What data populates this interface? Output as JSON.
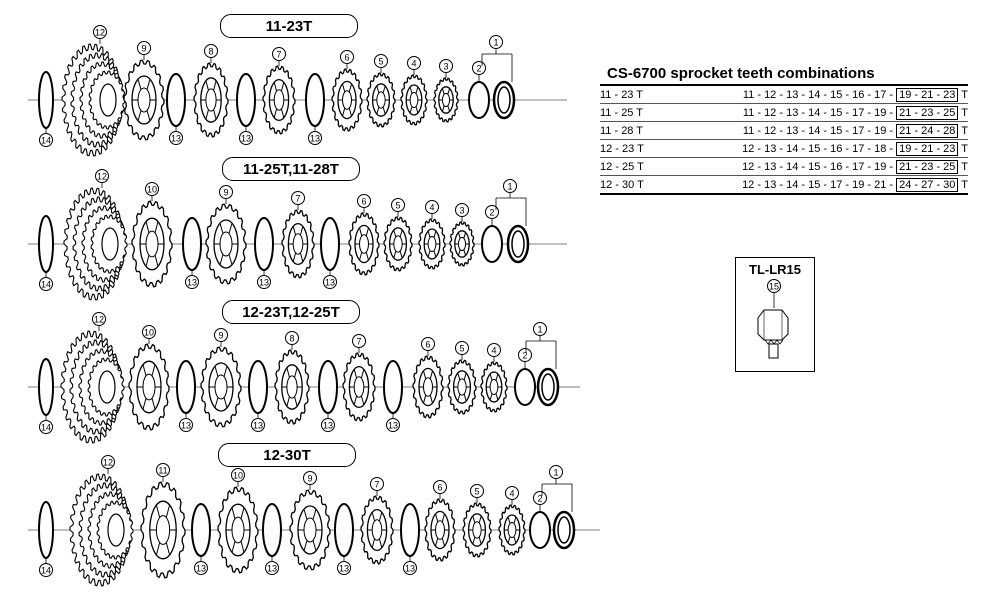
{
  "groups": [
    {
      "label": "11-23T",
      "parts": [
        "14",
        "12",
        "9",
        "13",
        "8",
        "13",
        "7",
        "13",
        "6",
        "5",
        "4",
        "3",
        "2",
        "1"
      ]
    },
    {
      "label": "11-25T,11-28T",
      "parts": [
        "14",
        "12",
        "10",
        "13",
        "9",
        "13",
        "7",
        "13",
        "6",
        "5",
        "4",
        "3",
        "2",
        "1"
      ]
    },
    {
      "label": "12-23T,12-25T",
      "parts": [
        "14",
        "12",
        "10",
        "13",
        "9",
        "13",
        "8",
        "13",
        "7",
        "13",
        "6",
        "5",
        "4",
        "2",
        "1"
      ]
    },
    {
      "label": "12-30T",
      "parts": [
        "14",
        "12",
        "11",
        "13",
        "10",
        "13",
        "9",
        "13",
        "7",
        "13",
        "6",
        "5",
        "4",
        "2",
        "1"
      ]
    }
  ],
  "table": {
    "title": "CS-6700 sprocket teeth combinations",
    "rows": [
      {
        "combo": "11 - 23 T",
        "plain": "11 - 12 - 13 - 14 - 15 - 16 - 17 - ",
        "boxed": "19 - 21 - 23",
        "suffix": "T"
      },
      {
        "combo": "11 - 25 T",
        "plain": "11 - 12 - 13 - 14 - 15 - 17 - 19 - ",
        "boxed": "21 - 23 - 25",
        "suffix": "T"
      },
      {
        "combo": "11 - 28 T",
        "plain": "11 - 12 - 13 - 14 - 15 - 17 - 19 - ",
        "boxed": "21 - 24 - 28",
        "suffix": "T"
      },
      {
        "combo": "12 - 23 T",
        "plain": "12 - 13 - 14 - 15 - 16 - 17 - 18 - ",
        "boxed": "19 - 21 - 23",
        "suffix": "T"
      },
      {
        "combo": "12 - 25 T",
        "plain": "12 - 13 - 14 - 15 - 16 - 17 - 19 - ",
        "boxed": "21 - 23 - 25",
        "suffix": "T"
      },
      {
        "combo": "12 - 30 T",
        "plain": "12 - 13 - 14 - 15 - 17 - 19 - 21 - ",
        "boxed": "24 - 27 - 30",
        "suffix": "T"
      }
    ]
  },
  "tool": {
    "title": "TL-LR15",
    "part": "15"
  }
}
